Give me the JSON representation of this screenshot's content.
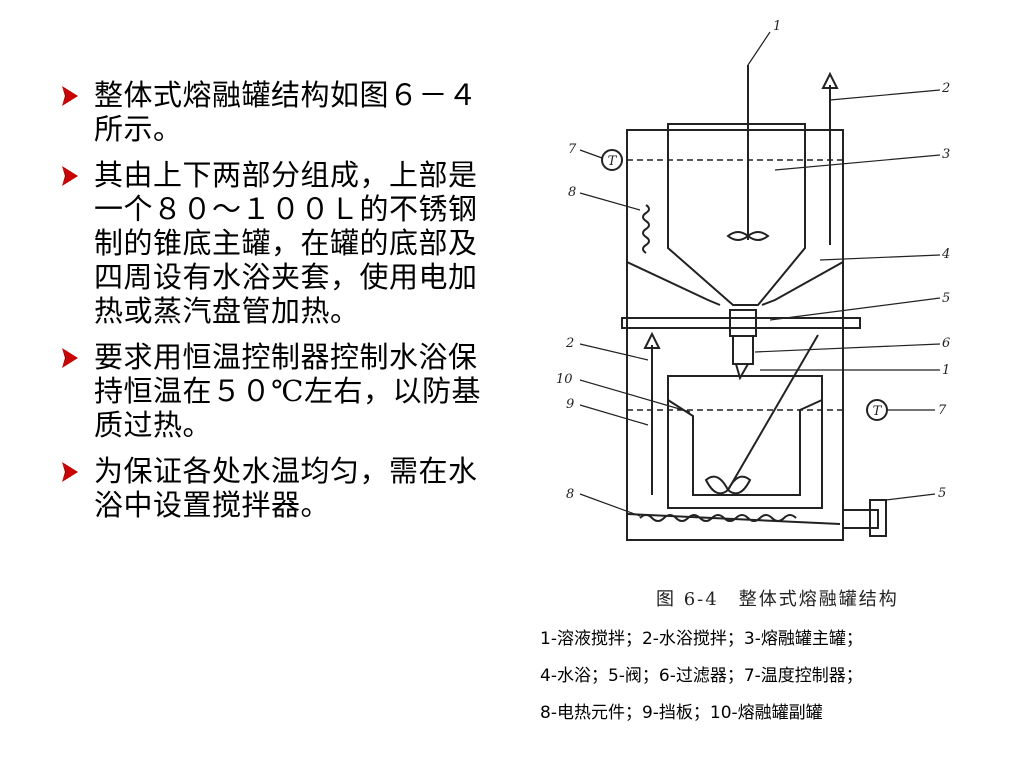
{
  "bullets": [
    {
      "text": "整体式熔融罐结构如图６－４所示。"
    },
    {
      "text": "其由上下两部分组成，上部是一个８０～１００Ｌ的不锈钢制的锥底主罐，在罐的底部及四周设有水浴夹套，使用电加热或蒸汽盘管加热。"
    },
    {
      "text": "要求用恒温控制器控制水浴保持恒温在５０℃左右，以防基质过热。"
    },
    {
      "text": "为保证各处水温均匀，需在水浴中设置搅拌器。"
    }
  ],
  "figure": {
    "title_number": "图 6-4",
    "title_text": "整体式熔融罐结构",
    "callouts": {
      "c1_top": "1",
      "c2_top": "2",
      "c3": "3",
      "c7_left": "7",
      "c8_top": "8",
      "c4": "4",
      "c5_mid": "5",
      "c2_left": "2",
      "c6": "6",
      "c1_mid": "1",
      "c10": "10",
      "c9": "9",
      "c7_right": "7",
      "c8_bottom": "8",
      "c5_bottom": "5"
    },
    "thermostat_symbol": "T"
  },
  "legend": {
    "line1": "1-溶液搅拌；2-水浴搅拌；3-熔融罐主罐；",
    "line2": "4-水浴；5-阀；6-过滤器；7-温度控制器；",
    "line3": "8-电热元件；9-挡板；10-熔融罐副罐"
  },
  "colors": {
    "bullet_arrow": "#cc0000",
    "line": "#222222"
  }
}
